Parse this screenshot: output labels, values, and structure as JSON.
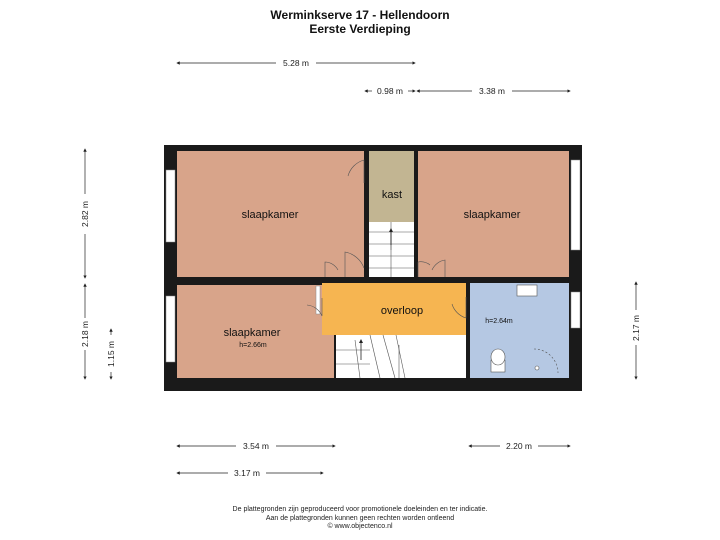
{
  "title": {
    "line1": "Werminkserve 17 - Hellendoorn",
    "line2": "Eerste Verdieping"
  },
  "dimensions": {
    "top_total": "5.28 m",
    "top_mid": "0.98 m",
    "top_right": "3.38 m",
    "left_upper": "2.82 m",
    "left_lower": "2.18 m",
    "left_inner": "1.15 m",
    "right_lower": "2.17 m",
    "bottom_left": "3.54 m",
    "bottom_right": "2.20 m",
    "bottom_left2": "3.17 m"
  },
  "rooms": {
    "bedroom_top_left": "slaapkamer",
    "storage": "kast",
    "bedroom_top_right": "slaapkamer",
    "bedroom_bottom_left": "slaapkamer",
    "bedroom_bottom_left_height": "h=2.66m",
    "landing": "overloop",
    "bathroom_height": "h=2.64m"
  },
  "colors": {
    "bedroom": "#d8a48a",
    "storage": "#c2b592",
    "landing": "#f6b551",
    "bathroom": "#b5c8e3",
    "wall": "#1a1a1a"
  },
  "footer": {
    "line1": "De plattegronden zijn geproduceerd voor promotionele doeleinden en ter indicatie.",
    "line2": "Aan de plattegronden kunnen geen rechten worden ontleend",
    "line3": "© www.objectenco.nl"
  }
}
